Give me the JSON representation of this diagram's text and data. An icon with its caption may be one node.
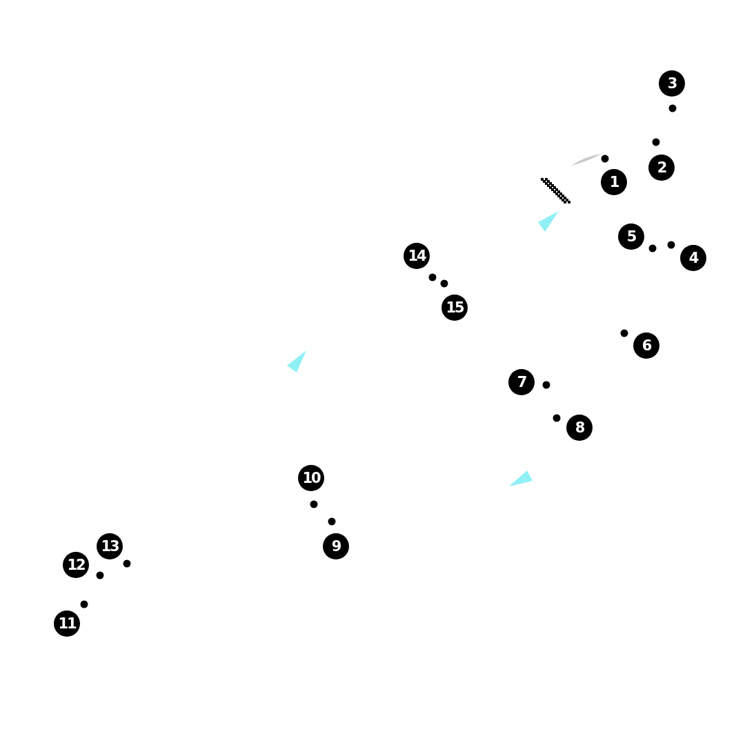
{
  "diagram": {
    "labels": [
      "3",
      "2",
      "1",
      "5",
      "4",
      "14",
      "15",
      "6",
      "7",
      "8",
      "10",
      "9",
      "13",
      "12",
      "11"
    ]
  }
}
